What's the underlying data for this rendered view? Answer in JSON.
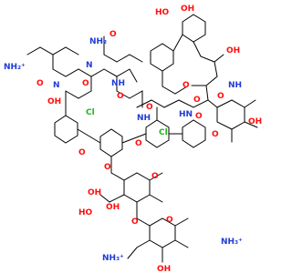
{
  "figure": {
    "kind": "skeletal-structure",
    "colors": {
      "bond": "#000000",
      "oxygen": "#ff0d0d",
      "nitrogen": "#1f3bd8",
      "chlorine": "#1fb51f",
      "background": "#ffffff"
    },
    "atom_labels": {
      "nh3_plus_right": "NH₃⁺",
      "oh_right_sugar": "OH",
      "ho_top_a": "HO",
      "ho_top_b": "OH",
      "oh_top_c": "OH",
      "nh_top_right": "NH",
      "o_top_right": "O",
      "o_top_mid": "O",
      "hn_mid_right": "HN",
      "o_right_sugar_ring": "O",
      "o_right_ether": "O",
      "o_right_carbonyl": "O",
      "cl_right": "Cl",
      "cl_left": "Cl",
      "nh2_amide": "NH₂",
      "o_amide": "O",
      "n_top_left_1": "N",
      "n_top_mid": "NH",
      "n_mid_1": "NH",
      "o_mid_1": "O",
      "o_mid_2": "O",
      "o_mid_3": "O",
      "nh2_plus_left": "NH₂⁺",
      "o_left_carbonyl": "O",
      "hn_left": "N",
      "oh_left": "OH",
      "o_ether_left": "O",
      "o_ether_center": "O",
      "o_ether_right": "O",
      "oh_sugar1": "OH",
      "ho_sugar1": "HO",
      "o_sugar1_ring": "O",
      "o_glyc": "O",
      "o_sugar2_ring": "O",
      "nh3_plus_bottom": "NH₃⁺",
      "oh_bottom": "OH",
      "oh_primary": "OH"
    }
  }
}
